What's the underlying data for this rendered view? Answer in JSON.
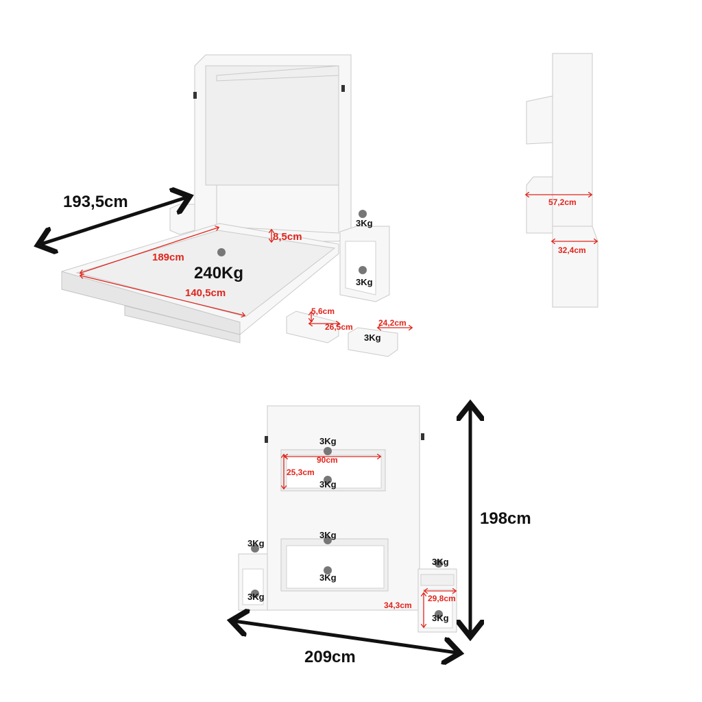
{
  "labels": {
    "width_bed": "193,5cm",
    "depth_frame": "8,5cm",
    "mattress_length": "189cm",
    "load": "240Kg",
    "mattress_width": "140,5cm",
    "drawer_height": "5,6cm",
    "drawer_depth": "26,5cm",
    "drawer_width": "24,2cm",
    "side_depth_top": "57,2cm",
    "side_depth_bottom": "32,4cm",
    "shelf_width": "90cm",
    "shelf_height": "25,3cm",
    "total_height": "198cm",
    "total_width": "209cm",
    "table_height": "34,3cm",
    "table_width": "29,8cm",
    "weight": "3Kg"
  },
  "colors": {
    "dimension_red": "#e0241b",
    "arrow_black": "#111111",
    "furniture_white": "#f7f7f7"
  }
}
